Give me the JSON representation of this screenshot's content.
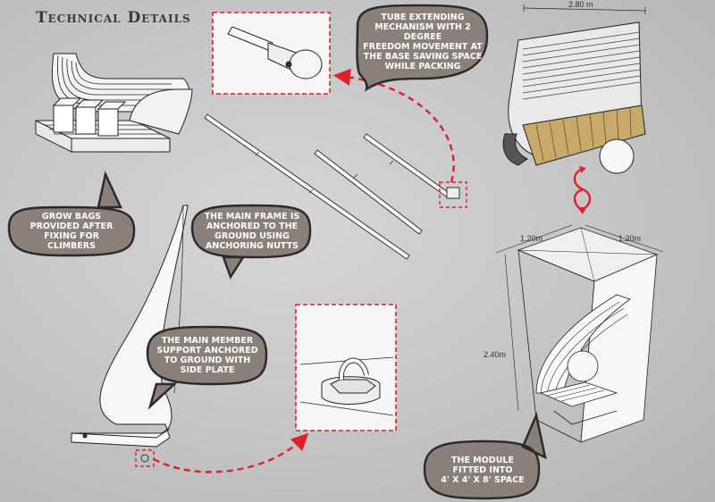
{
  "title": "Technical Details",
  "callouts": {
    "tube": [
      "TUBE EXTENDING",
      "MECHANISM WITH 2 DEGREE",
      "FREEDOM MOVEMENT AT",
      "THE BASE SAVING SPACE",
      "WHILE PACKING"
    ],
    "grow_bags": [
      "GROW BAGS",
      "PROVIDED AFTER",
      "FIXING FOR",
      "CLIMBERS"
    ],
    "main_frame": [
      "THE MAIN FRAME IS",
      "ANCHORED TO THE",
      "GROUND USING",
      "ANCHORING NUTTS"
    ],
    "main_member": [
      "THE MAIN MEMBER",
      "SUPPORT ANCHORED",
      "TO GROUND WITH",
      "SIDE PLATE"
    ],
    "module": [
      "THE MODULE",
      "FITTED INTO",
      "4' X 4' X 8' SPACE"
    ]
  },
  "dimensions": {
    "bench_width": "2.80 m",
    "box_width_left": "1.20m",
    "box_width_right": "1.20m",
    "box_height": "2.40m"
  },
  "colors": {
    "bubble_fill": "#8a7f79",
    "bubble_stroke": "#2e2a28",
    "accent_red": "#e0202a",
    "wood": "#c9a96a"
  }
}
